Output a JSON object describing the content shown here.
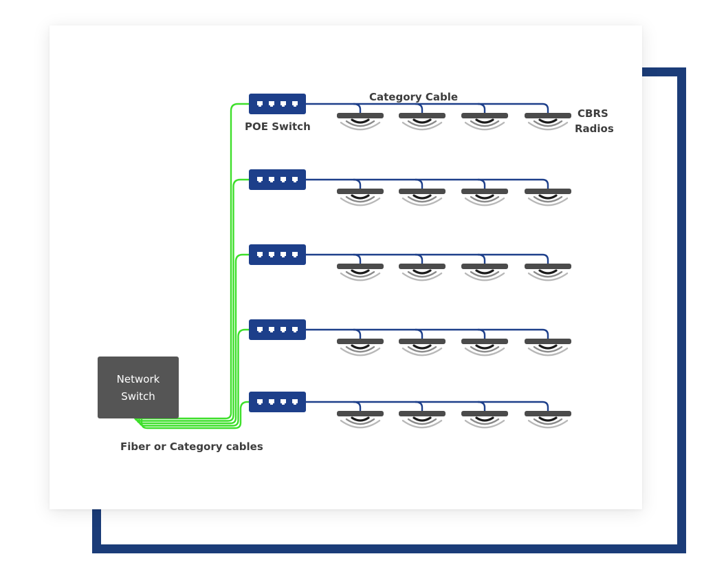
{
  "labels": {
    "category_cable": "Category Cable",
    "poe_switch": "POE Switch",
    "cbrs_line1": "CBRS",
    "cbrs_line2": "Radios",
    "network_switch_line1": "Network",
    "network_switch_line2": "Switch",
    "fiber_cables": "Fiber or Category cables"
  },
  "layout_counts": {
    "poe_switches": 5,
    "radios_per_switch": 4,
    "ports_per_switch": 4
  },
  "colors": {
    "frame_border": "#1b3c78",
    "switch_fill": "#1d3f8a",
    "category_cable": "#1d3f8a",
    "fiber_cable": "#3ddf2a",
    "radio_bar": "#4b4b4b",
    "network_switch_fill": "#555555",
    "label_text": "#3d3d3d"
  },
  "icons": {
    "port": "ethernet-port-icon",
    "radio": "cbrs-radio-icon"
  }
}
